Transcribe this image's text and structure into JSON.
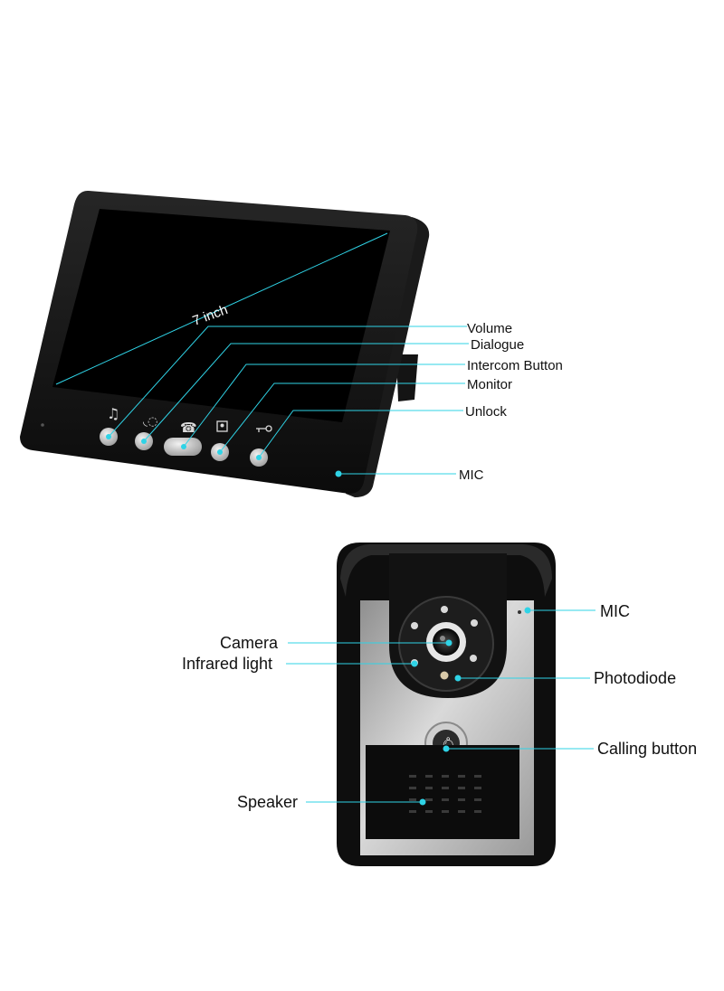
{
  "monitor": {
    "diagonal_label": "7 inch",
    "callouts": {
      "volume": "Volume",
      "dialogue": "Dialogue",
      "intercom": "Intercom Button",
      "monitor": "Monitor",
      "unlock": "Unlock",
      "mic": "MIC"
    }
  },
  "doorbell": {
    "callouts": {
      "mic": "MIC",
      "camera": "Camera",
      "infrared": "Infrared light",
      "photodiode": "Photodiode",
      "calling": "Calling button",
      "speaker": "Speaker"
    }
  },
  "colors": {
    "accent": "#2fd3e6",
    "device_body": "#111111",
    "panel_silver": "#b9b9b9"
  }
}
